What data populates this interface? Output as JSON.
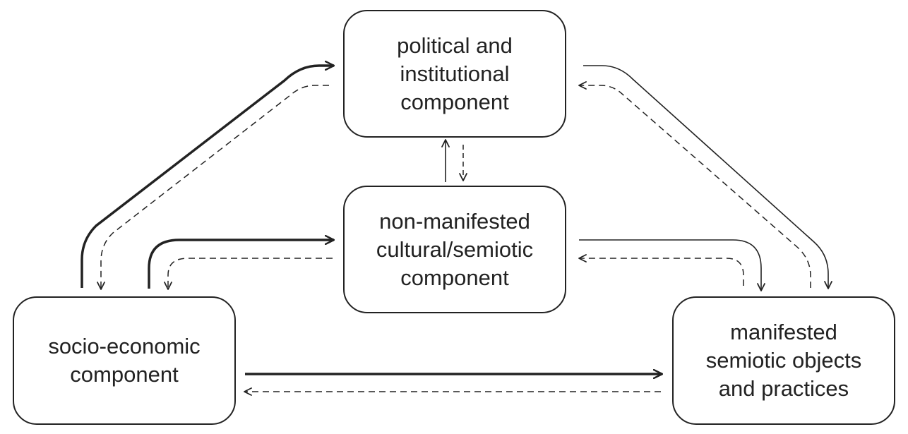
{
  "nodes": {
    "political": {
      "label": "political and\ninstitutional\ncomponent"
    },
    "cultural": {
      "label": "non-manifested\ncultural/semiotic\ncomponent"
    },
    "socio": {
      "label": "socio-economic\ncomponent"
    },
    "manifest": {
      "label": "manifested\nsemiotic objects\nand practices"
    }
  },
  "edges": [
    {
      "from": "socio-economic component",
      "to": "political and institutional component",
      "style": "thick-solid"
    },
    {
      "from": "political and institutional component",
      "to": "socio-economic component",
      "style": "dashed"
    },
    {
      "from": "socio-economic component",
      "to": "non-manifested cultural/semiotic component",
      "style": "thick-solid"
    },
    {
      "from": "non-manifested cultural/semiotic component",
      "to": "socio-economic component",
      "style": "dashed"
    },
    {
      "from": "socio-economic component",
      "to": "manifested semiotic objects and practices",
      "style": "thick-solid"
    },
    {
      "from": "manifested semiotic objects and practices",
      "to": "socio-economic component",
      "style": "dashed"
    },
    {
      "from": "non-manifested cultural/semiotic component",
      "to": "political and institutional component",
      "style": "thin-solid"
    },
    {
      "from": "political and institutional component",
      "to": "non-manifested cultural/semiotic component",
      "style": "dashed"
    },
    {
      "from": "political and institutional component",
      "to": "manifested semiotic objects and practices",
      "style": "thin-solid"
    },
    {
      "from": "manifested semiotic objects and practices",
      "to": "political and institutional component",
      "style": "dashed"
    },
    {
      "from": "non-manifested cultural/semiotic component",
      "to": "manifested semiotic objects and practices",
      "style": "thin-solid"
    },
    {
      "from": "manifested semiotic objects and practices",
      "to": "non-manifested cultural/semiotic component",
      "style": "dashed"
    }
  ],
  "colors": {
    "stroke": "#222222",
    "background": "#ffffff"
  }
}
